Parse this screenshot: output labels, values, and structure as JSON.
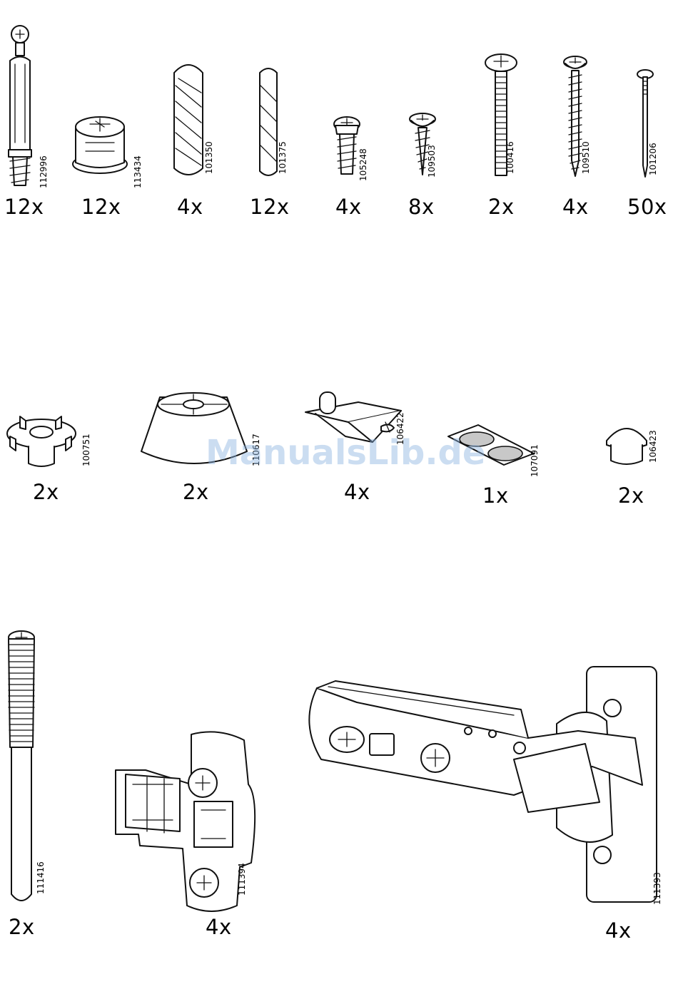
{
  "watermark": "ManualsLib.de",
  "rows": [
    {
      "parts": [
        {
          "code": "112996",
          "qty": "12x",
          "icon": "cam-bolt-icon"
        },
        {
          "code": "113434",
          "qty": "12x",
          "icon": "cam-lock-icon"
        },
        {
          "code": "101350",
          "qty": "4x",
          "icon": "large-dowel-icon"
        },
        {
          "code": "101375",
          "qty": "12x",
          "icon": "small-dowel-icon"
        },
        {
          "code": "105248",
          "qty": "4x",
          "icon": "euro-screw-icon"
        },
        {
          "code": "109503",
          "qty": "8x",
          "icon": "short-wood-screw-icon"
        },
        {
          "code": "100416",
          "qty": "2x",
          "icon": "machine-screw-icon"
        },
        {
          "code": "109510",
          "qty": "4x",
          "icon": "long-wood-screw-icon"
        },
        {
          "code": "101206",
          "qty": "50x",
          "icon": "nail-icon"
        }
      ]
    },
    {
      "parts": [
        {
          "code": "100751",
          "qty": "2x",
          "icon": "t-nut-icon"
        },
        {
          "code": "110617",
          "qty": "2x",
          "icon": "conical-foot-icon"
        },
        {
          "code": "106422",
          "qty": "4x",
          "icon": "shelf-support-icon"
        },
        {
          "code": "107091",
          "qty": "1x",
          "icon": "felt-pads-icon"
        },
        {
          "code": "106423",
          "qty": "2x",
          "icon": "cover-cap-icon"
        }
      ]
    },
    {
      "parts": [
        {
          "code": "111416",
          "qty": "2x",
          "icon": "threaded-pin-icon"
        },
        {
          "code": "111394",
          "qty": "4x",
          "icon": "mounting-plate-icon"
        },
        {
          "code": "111393",
          "qty": "4x",
          "icon": "hinge-icon"
        }
      ]
    }
  ]
}
